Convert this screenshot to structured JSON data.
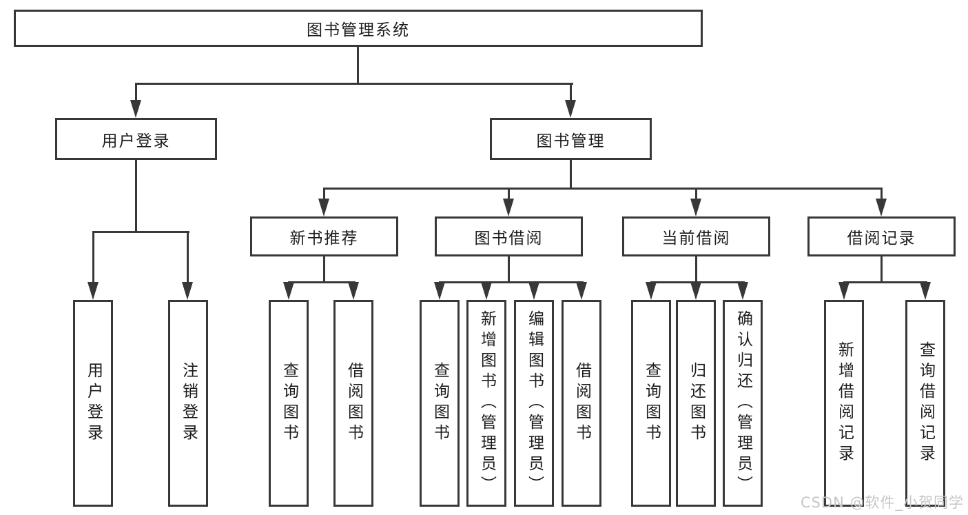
{
  "title": "图书管理系统",
  "colors": {
    "line": "#383838",
    "box_border": "#383838",
    "text": "#1c1c1c",
    "background": "#ffffff",
    "watermark": "#c6c6c6"
  },
  "watermark": {
    "text": "CSDN @软件_小贺同学"
  },
  "tree": {
    "label": "图书管理系统",
    "children": [
      {
        "label": "用户登录",
        "children": [
          {
            "label": "用户登录"
          },
          {
            "label": "注销登录"
          }
        ]
      },
      {
        "label": "图书管理",
        "children": [
          {
            "label": "新书推荐",
            "children": [
              {
                "label": "查询图书"
              },
              {
                "label": "借阅图书"
              }
            ]
          },
          {
            "label": "图书借阅",
            "children": [
              {
                "label": "查询图书"
              },
              {
                "label": "新增图书（管理员）"
              },
              {
                "label": "编辑图书（管理员）"
              },
              {
                "label": "借阅图书"
              }
            ]
          },
          {
            "label": "当前借阅",
            "children": [
              {
                "label": "查询图书"
              },
              {
                "label": "归还图书"
              },
              {
                "label": "确认归还（管理员）"
              }
            ]
          },
          {
            "label": "借阅记录",
            "children": [
              {
                "label": "新增借阅记录"
              },
              {
                "label": "查询借阅记录"
              }
            ]
          }
        ]
      }
    ]
  }
}
